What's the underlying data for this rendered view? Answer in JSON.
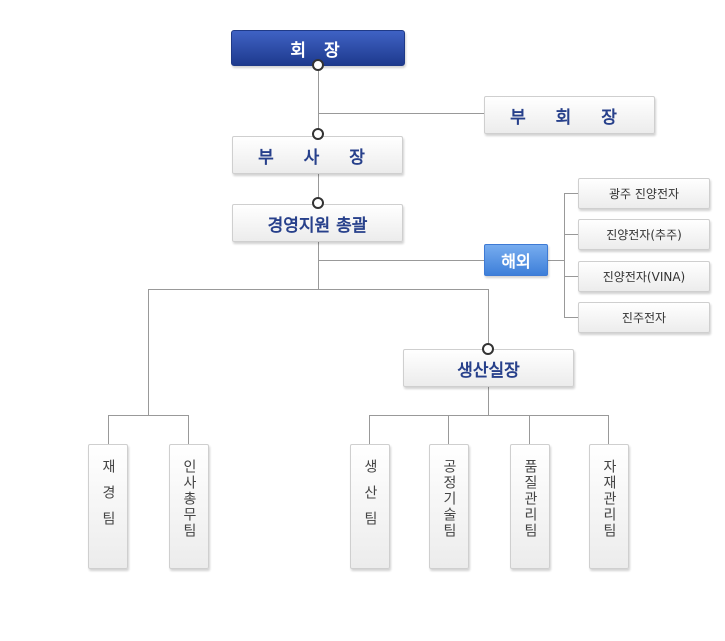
{
  "chart": {
    "nodes": {
      "chairman": "회 장",
      "vice_chairman": "부 회 장",
      "president": "부 사 장",
      "mgmt_director": "경영지원 총괄",
      "overseas": "해외",
      "subsidiaries": [
        "광주 진양전자",
        "진양전자(추주)",
        "진양전자(VINA)",
        "진주전자"
      ],
      "production_director": "생산실장",
      "teams": [
        "재경팀",
        "인사총무팀",
        "생산팀",
        "공정기술팀",
        "품질관리팀",
        "자재관리팀"
      ]
    }
  }
}
